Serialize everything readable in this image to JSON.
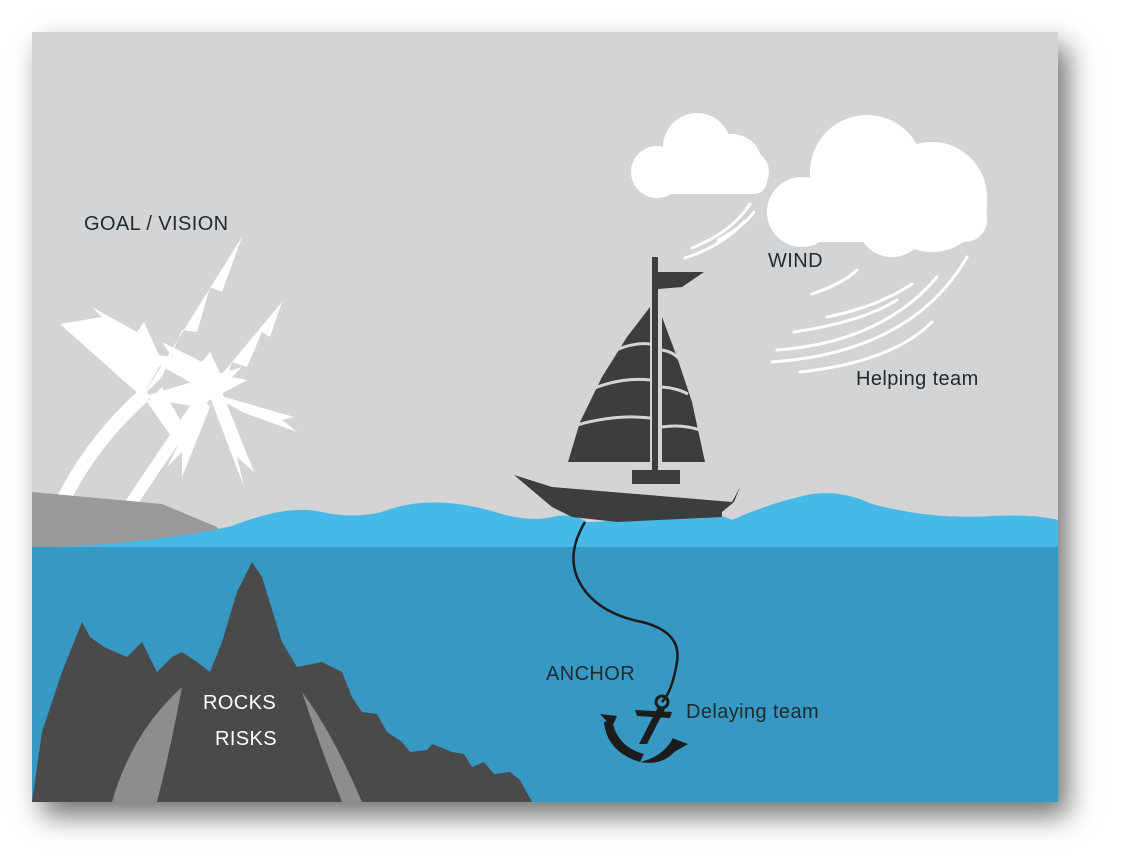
{
  "labels": {
    "goal": "GOAL / VISION",
    "wind": "WIND",
    "wind_meaning": "Helping team",
    "rocks": "ROCKS",
    "risks": "RISKS",
    "anchor": "ANCHOR",
    "anchor_meaning": "Delaying team"
  },
  "colors": {
    "sky": "#d2d4d5",
    "sea_surface": "#46b9e6",
    "sea_deep": "#3798c3",
    "rocks": "#4a4a4a",
    "rock_streaks": "#8d8d8d",
    "land": "#9a9a9a",
    "boat": "#3d3d3d",
    "anchor": "#1c1c1c",
    "clouds": "#ffffff",
    "palm_trees": "#ffffff"
  }
}
